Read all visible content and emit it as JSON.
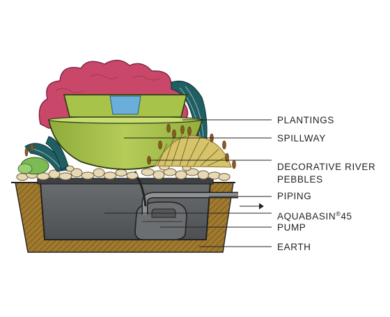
{
  "labels": {
    "plantings": "PLANTINGS",
    "spillway": "SPILLWAY",
    "pebbles_line1": "DECORATIVE RIVER",
    "pebbles_line2": "PEBBLES",
    "piping": "PIPING",
    "aquabasin": "AQUABASIN",
    "aquabasin_mark": "®",
    "aquabasin_num": "45",
    "pump": "PUMP",
    "earth": "EARTH"
  },
  "colors": {
    "earth": "#a07a2e",
    "basin": "#5b5e60",
    "spillway": "#a8c34a",
    "foliage_red": "#c9486a",
    "foliage_teal": "#1f5f63",
    "water": "#6aaedc",
    "pebbles": "#e8d9b5"
  }
}
